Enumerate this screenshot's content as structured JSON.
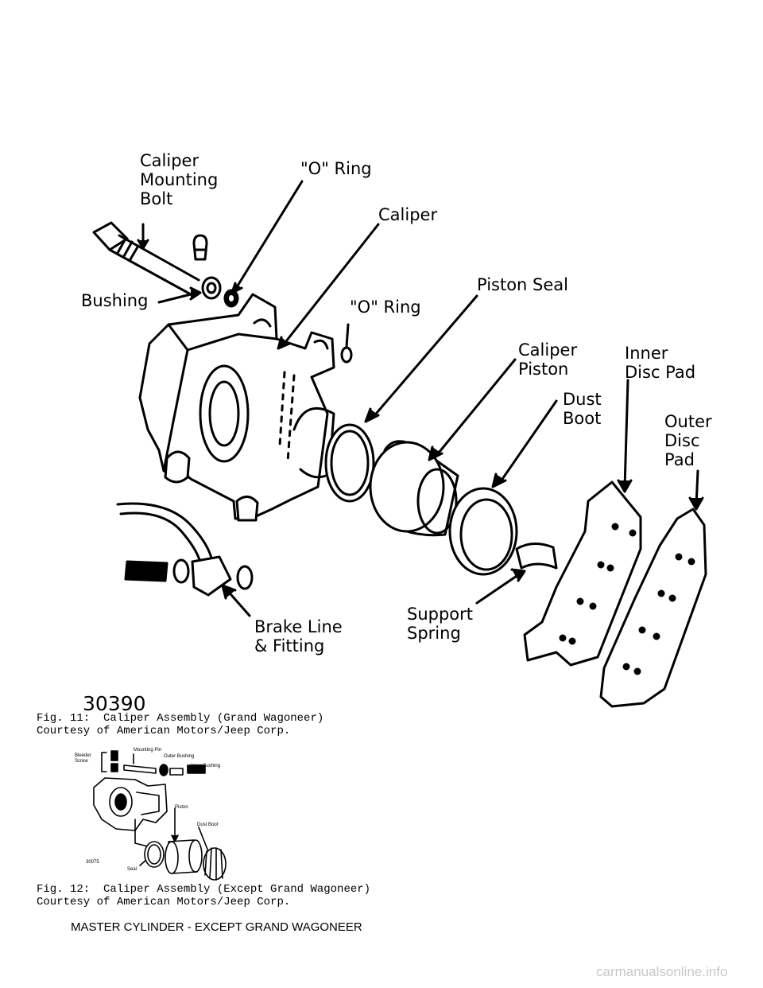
{
  "figure11": {
    "labels": {
      "caliper_mounting_bolt": "Caliper\nMounting\nBolt",
      "o_ring_top": "\"O\" Ring",
      "caliper": "Caliper",
      "bushing": "Bushing",
      "piston_seal": "Piston Seal",
      "o_ring_mid": "\"O\" Ring",
      "caliper_piston": "Caliper\nPiston",
      "inner_disc_pad": "Inner\nDisc Pad",
      "dust_boot": "Dust\nBoot",
      "outer_disc_pad": "Outer\nDisc\nPad",
      "support_spring": "Support\nSpring",
      "brake_line": "Brake Line\n& Fitting"
    },
    "code": "30390",
    "caption_line1": "Fig. 11:  Caliper Assembly (Grand Wagoneer)",
    "caption_line2": "Courtesy of American Motors/Jeep Corp."
  },
  "figure12": {
    "labels": {
      "bleeder_screw": "Bleeder\nScrew",
      "mounting_pin": "Mounting Pin",
      "outer_bushing": "Outer Bushing",
      "inner_bushing": "Inner Bushing",
      "piston": "Piston",
      "dust_boot": "Dust Boot",
      "seal": "Seal"
    },
    "code": "30075",
    "caption_line1": "Fig. 12:  Caliper Assembly (Except Grand Wagoneer)",
    "caption_line2": "Courtesy of American Motors/Jeep Corp."
  },
  "section_heading": "MASTER CYLINDER - EXCEPT GRAND WAGONEER",
  "watermark": "carmanualsonline.info"
}
